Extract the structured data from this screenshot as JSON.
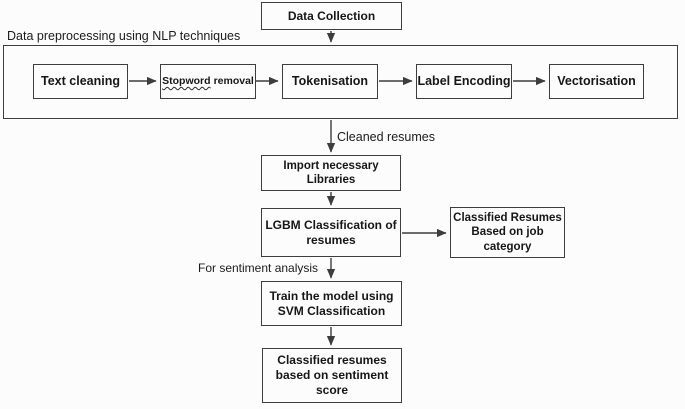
{
  "diagram": {
    "section_label": "Data preprocessing using NLP techniques",
    "nodes": {
      "data_collection": "Data Collection",
      "text_cleaning": "Text cleaning",
      "stopword_underlined": "Stopword",
      "stopword_rest": "removal",
      "tokenisation": "Tokenisation",
      "label_encoding": "Label Encoding",
      "vectorisation": "Vectorisation",
      "import_libraries": "Import necessary Libraries",
      "lgbm": "LGBM Classification of\nresumes",
      "classified_job": "Classified Resumes\nBased on job\ncategory",
      "train_svm": "Train the model using\nSVM Classification",
      "classified_sentiment": "Classified resumes\nbased on sentiment\nscore"
    },
    "edge_labels": {
      "cleaned_resumes": "Cleaned resumes",
      "for_sentiment_analysis": "For sentiment analysis"
    },
    "colors": {
      "border": "#3d3d3d",
      "text": "#161616",
      "arrow": "#3d3d3d",
      "background": "#fcfcfc"
    }
  }
}
